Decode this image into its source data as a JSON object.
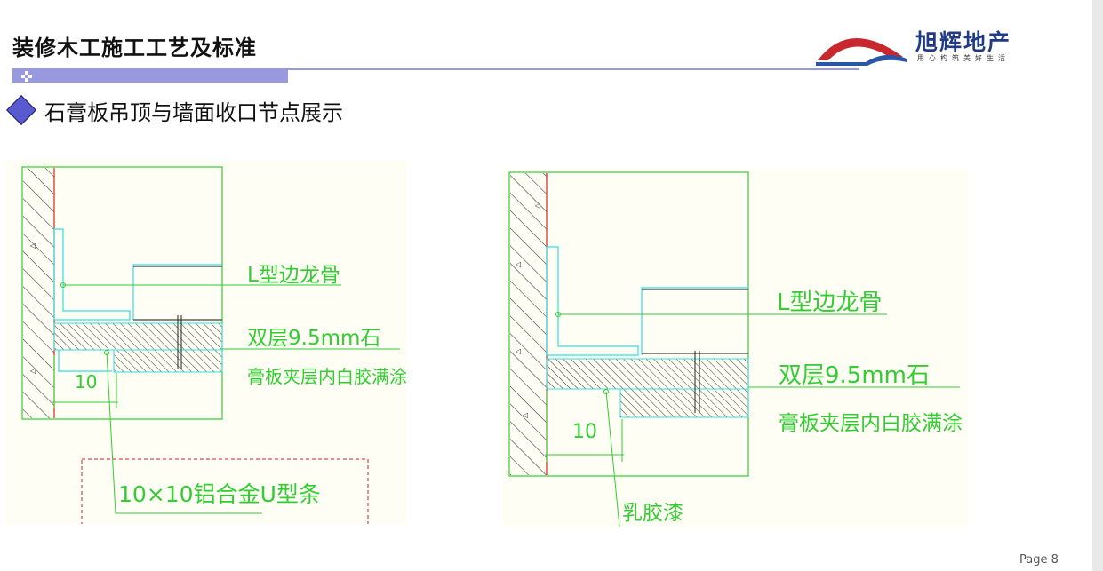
{
  "header": {
    "title": "装修木工施工工艺及标准",
    "logo_name": "旭辉地产",
    "logo_tagline": "用心构筑美好生活",
    "accent_color": "#9999e0"
  },
  "section": {
    "title": "石膏板吊顶与墙面收口节点展示"
  },
  "diagram_left": {
    "label_keel": "L型边龙骨",
    "label_board_line1": "双层9.5mm石",
    "label_board_line2": "膏板夹层内白胶满涂",
    "dim_value": "10",
    "label_strip": "10×10铝合金U型条"
  },
  "diagram_right": {
    "label_keel": "L型边龙骨",
    "label_board_line1": "双层9.5mm石",
    "label_board_line2": "膏板夹层内白胶满涂",
    "dim_value": "10",
    "label_latex": "乳胶漆"
  },
  "footer": {
    "page": "Page 8"
  }
}
